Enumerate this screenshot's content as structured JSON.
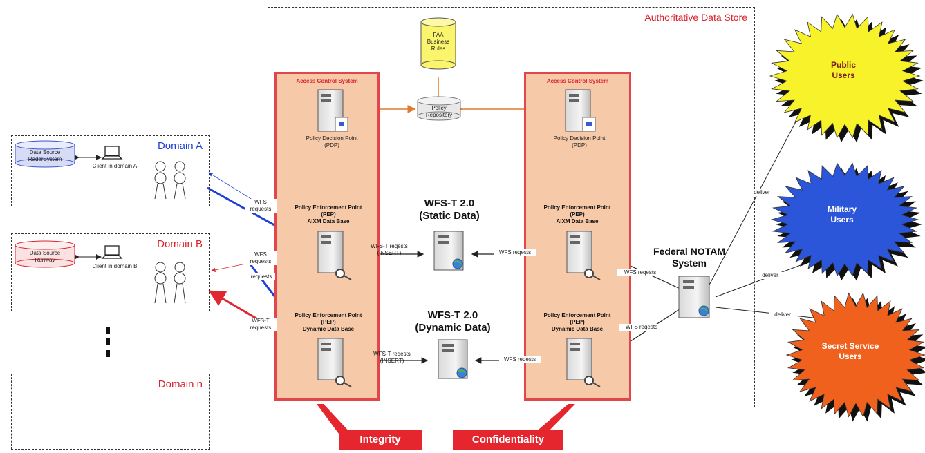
{
  "store": {
    "title": "Authoritative Data Store"
  },
  "rules_db": {
    "label": "FAA\nBusiness\nRules"
  },
  "policy_repo": {
    "label": "Policy\nRepository"
  },
  "acs_left": {
    "title": "Access Control System",
    "pdp": "Policy Decision Point\n(PDP)",
    "pep_static": "Policy Enforcement Point\n(PEP)\nAIXM Data Base",
    "pep_dynamic": "Policy Enforcement Point\n(PEP)\nDynamic Data Base"
  },
  "acs_right": {
    "title": "Access Control System",
    "pdp": "Policy Decision Point\n(PDP)",
    "pep_static": "Policy Enforcement Point\n(PEP)\nAIXM Data Base",
    "pep_dynamic": "Policy Enforcement Point\n(PEP)\nDynamic Data Base"
  },
  "wfs_static": "WFS-T 2.0\n(Static Data)",
  "wfs_dynamic": "WFS-T 2.0\n(Dynamic Data)",
  "edge_labels": {
    "insert_static": "WFS-T reqests\n(INSERT)",
    "insert_dynamic": "WFS-T reqests\n(INSERT)",
    "wfs_requests_static": "WFS reqests",
    "wfs_requests_dynamic": "WFS reqests",
    "notam_to_static": "WFS reqests",
    "notam_to_dynamic": "WFS reqests",
    "wfs_a": "WFS\nrequests",
    "wfs_b1": "WFS\nrequests",
    "wfs_b2": "requests",
    "wfst": "WFS-T\nrequests",
    "deliver_public": "deliver",
    "deliver_military": "deliver",
    "deliver_secret": "deliver"
  },
  "domains": [
    {
      "name": "Domain A",
      "db": "Data Source\nRadarSystem",
      "client": "Client in domain A"
    },
    {
      "name": "Domain B",
      "db": "Data Source\nRunway",
      "client": "Client in domain B"
    },
    {
      "name": "Domain n"
    }
  ],
  "notam": "Federal NOTAM\nSystem",
  "user_groups": [
    {
      "name": "Public\nUsers",
      "color": "#f7f22a"
    },
    {
      "name": "Military\nUsers",
      "color": "#2b56d9"
    },
    {
      "name": "Secret Service\nUsers",
      "color": "#f1611e"
    }
  ],
  "tags": {
    "integrity": "Integrity",
    "confidentiality": "Confidentiality"
  }
}
